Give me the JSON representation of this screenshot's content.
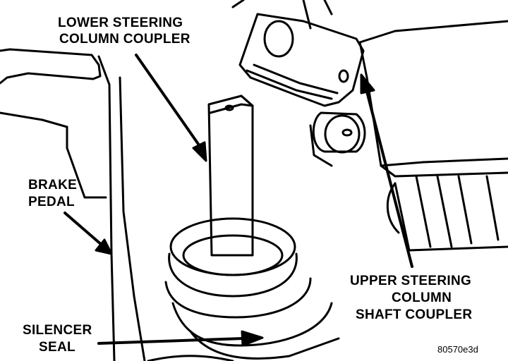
{
  "labels": {
    "lower_coupler": [
      "LOWER STEERING",
      "COLUMN COUPLER"
    ],
    "brake_pedal": [
      "BRAKE",
      "PEDAL"
    ],
    "silencer_seal": [
      "SILENCER",
      "SEAL"
    ],
    "upper_coupler": [
      "UPPER STEERING",
      "COLUMN",
      "SHAFT COUPLER"
    ]
  },
  "figure_code": "80570e3d",
  "colors": {
    "ink": "#000000",
    "paper": "#ffffff"
  }
}
